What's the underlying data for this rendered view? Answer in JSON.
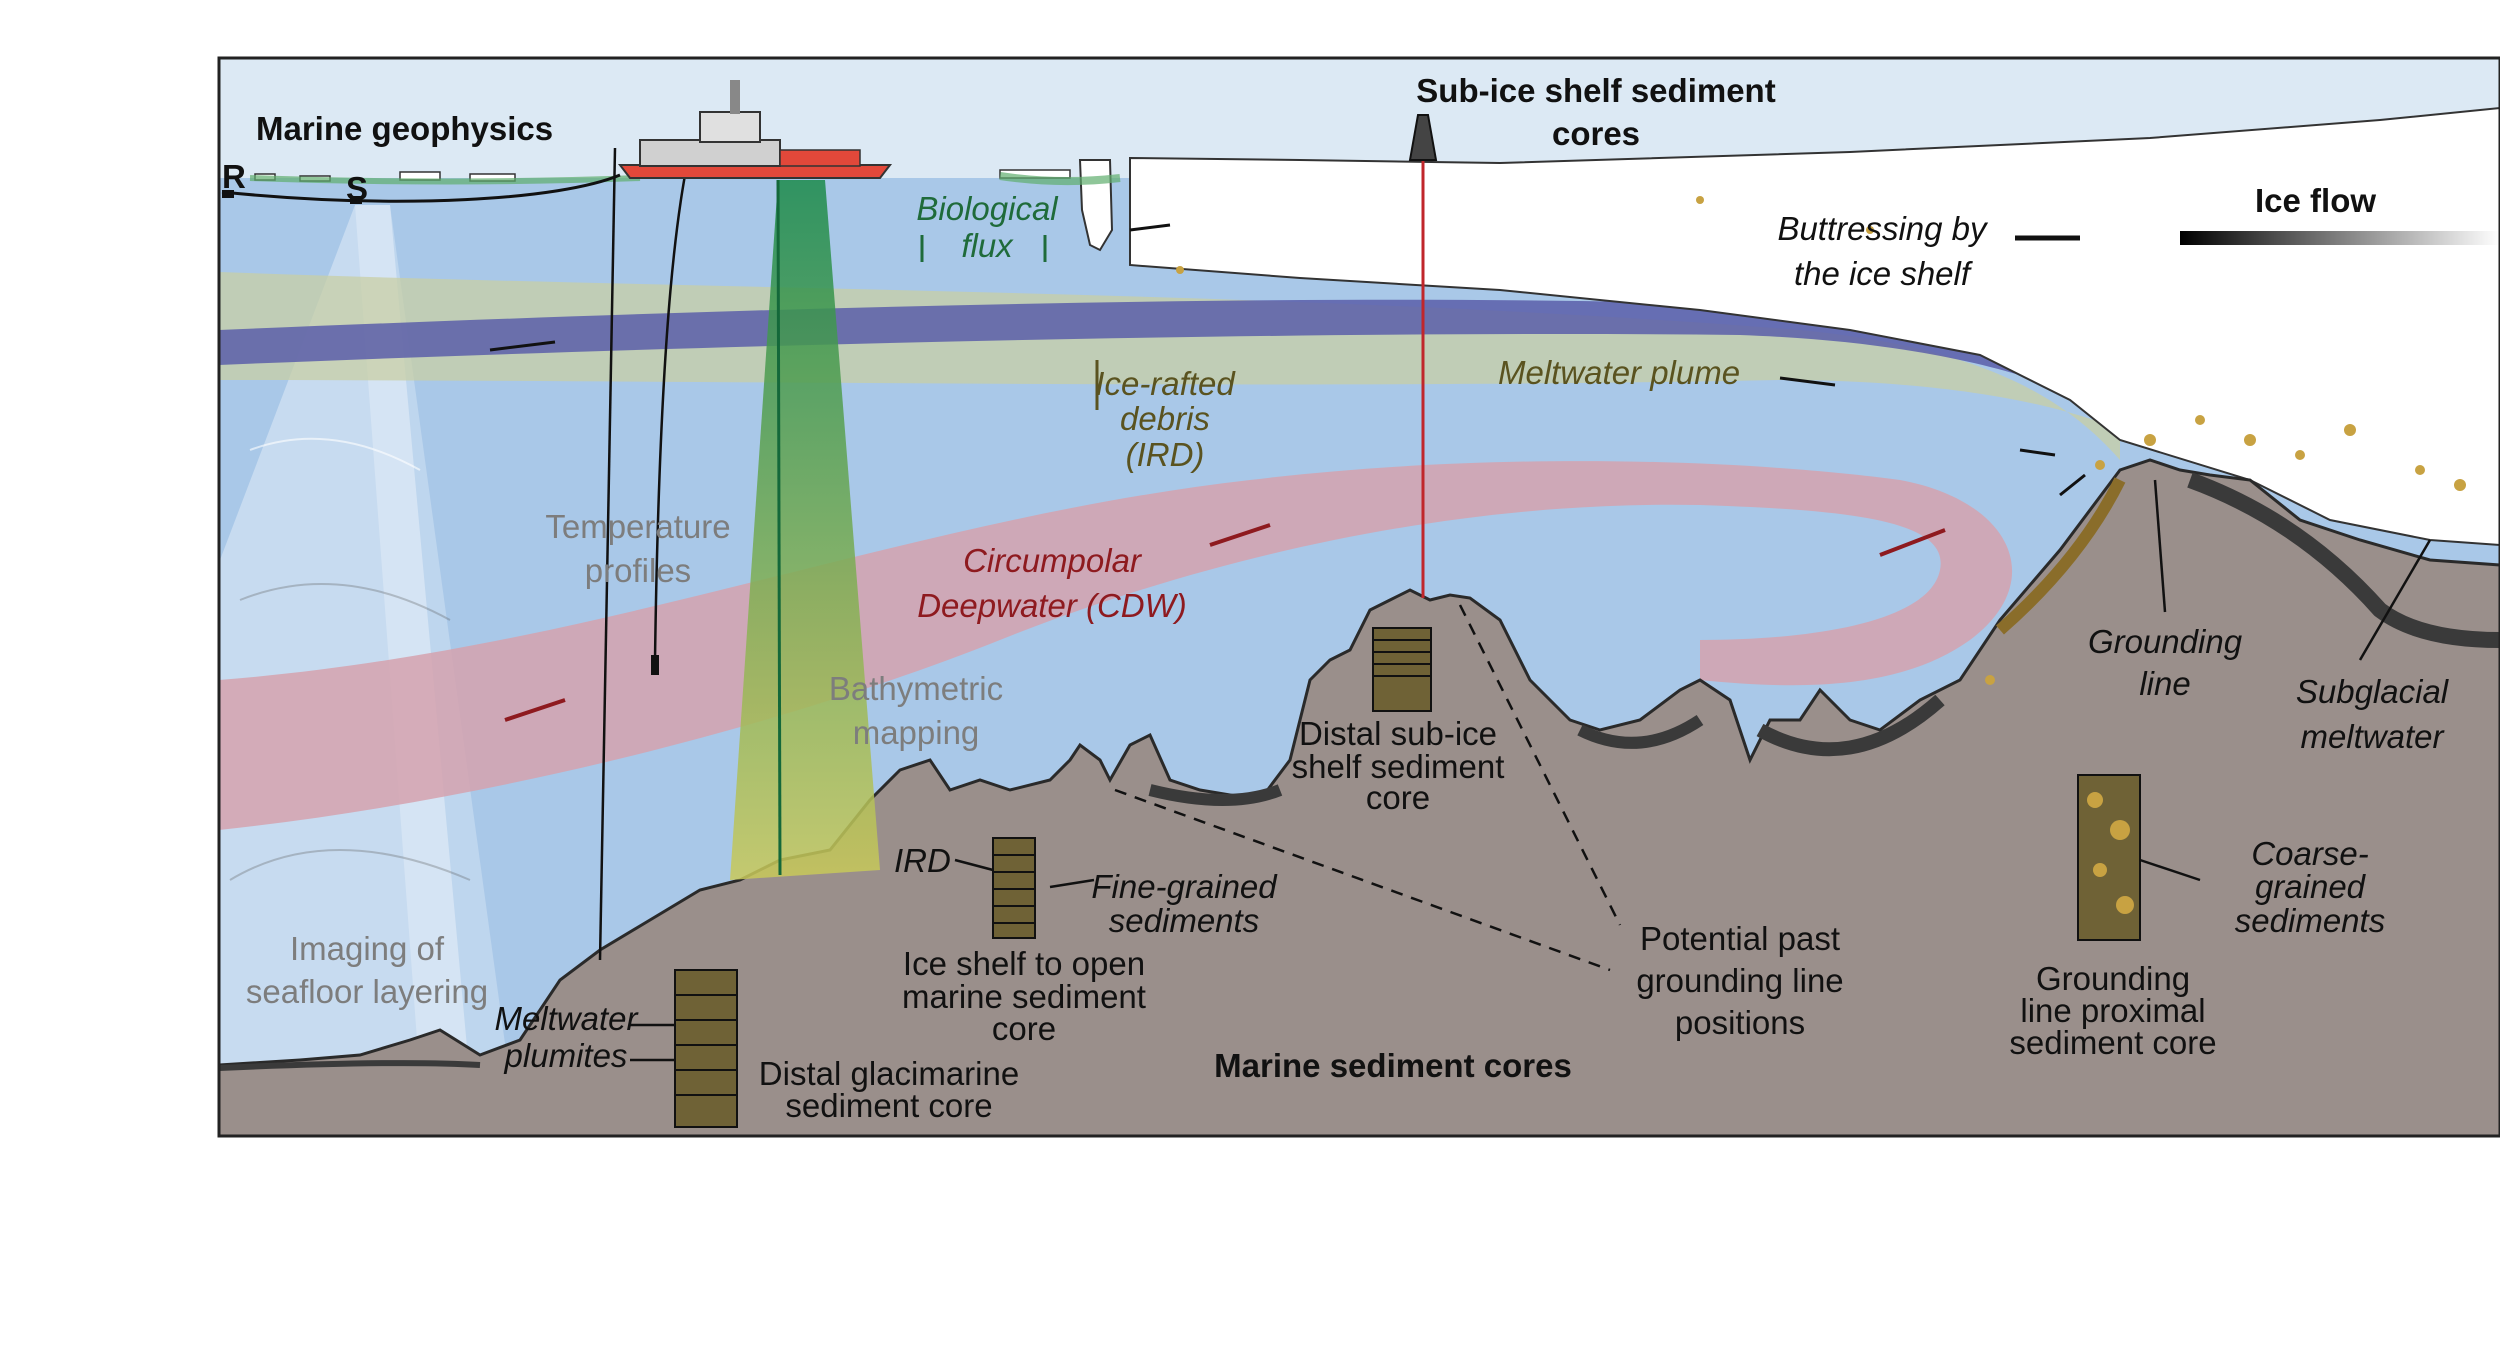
{
  "labels": {
    "marine_geophysics": "Marine geophysics",
    "receiver_marker": "R",
    "source_marker": "S",
    "sub_ice_cores_line1": "Sub-ice shelf sediment",
    "sub_ice_cores_line2": "cores",
    "biological_flux_line1": "Biological",
    "biological_flux_line2": "flux",
    "buttressing_line1": "Buttressing by",
    "buttressing_line2": "the ice shelf",
    "ice_flow": "Ice flow",
    "meltwater_plume": "Meltwater plume",
    "ird_line1": "Ice-rafted",
    "ird_line2": "debris",
    "ird_line3": "(IRD)",
    "temperature_line1": "Temperature",
    "temperature_line2": "profiles",
    "cdw_line1": "Circumpolar",
    "cdw_line2": "Deepwater (CDW)",
    "bathymetric_line1": "Bathymetric",
    "bathymetric_line2": "mapping",
    "distal_subice_line1": "Distal sub-ice",
    "distal_subice_line2": "shelf sediment",
    "distal_subice_line3": "core",
    "grounding_line_line1": "Grounding",
    "grounding_line_line2": "line",
    "subglacial_line1": "Subglacial",
    "subglacial_line2": "meltwater",
    "ird_short": "IRD",
    "fine_line1": "Fine-grained",
    "fine_line2": "sediments",
    "ice_shelf_core_line1": "Ice shelf to open",
    "ice_shelf_core_line2": "marine sediment",
    "ice_shelf_core_line3": "core",
    "potential_line1": "Potential past",
    "potential_line2": "grounding line",
    "potential_line3": "positions",
    "coarse_line1": "Coarse-",
    "coarse_line2": "grained",
    "coarse_line3": "sediments",
    "gl_proximal_line1": "Grounding",
    "gl_proximal_line2": "line proximal",
    "gl_proximal_line3": "sediment core",
    "imaging_line1": "Imaging of",
    "imaging_line2": "seafloor layering",
    "plumites_line1": "Meltwater",
    "plumites_line2": "plumites",
    "distal_glacimarine_line1": "Distal glacimarine",
    "distal_glacimarine_line2": "sediment core",
    "marine_sediment_cores": "Marine sediment cores"
  },
  "colors": {
    "sky": "#dce9f4",
    "ocean": "#a9c8e8",
    "seabed": "#9a8f8b",
    "ice": "#ffffff",
    "cdw_band": "#d5a2ae",
    "plume_band": "#c8cfa6",
    "meltwater_band": "#5b5ea9",
    "ship_hull": "#e2483a",
    "label_green": "#1f6b3a",
    "label_olive": "#5a5320",
    "label_red": "#8e1a1f",
    "label_grey": "#7d7d7d"
  }
}
